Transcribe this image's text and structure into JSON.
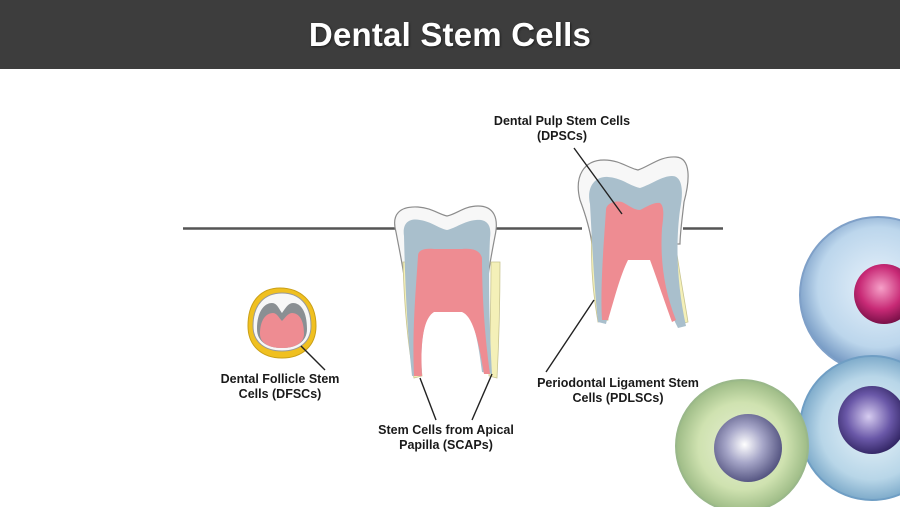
{
  "title": "Dental Stem Cells",
  "labels": {
    "dfsc_line1": "Dental Follicle Stem",
    "dfsc_line2": "Cells (DFSCs)",
    "scap_line1": "Stem Cells from Apical",
    "scap_line2": "Papilla  (SCAPs)",
    "dpsc_line1": "Dental Pulp Stem Cells",
    "dpsc_line2": "(DPSCs)",
    "pdlsc_line1": "Periodontal Ligament Stem",
    "pdlsc_line2": "Cells (PDLSCs)"
  },
  "colors": {
    "title_bar": "#3d3d3d",
    "enamel": "#f7f7f7",
    "dentin": "#a9bfcc",
    "pulp": "#ee8c92",
    "ligament": "#f4f0b8",
    "follicle": "#f0c020",
    "cell_pink": "#d0307a",
    "cell_purple": "#6c5aa8",
    "cell_membrane": "#a8c8e0"
  }
}
